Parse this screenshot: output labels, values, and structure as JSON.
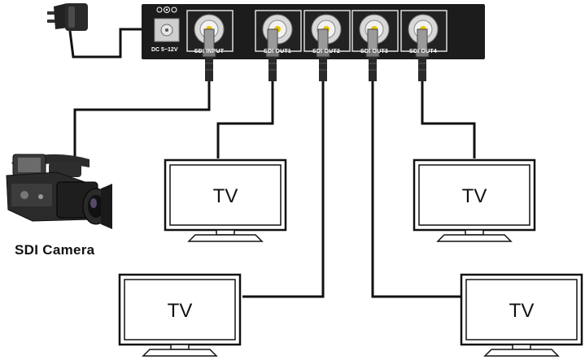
{
  "device": {
    "dc_label": "DC 5~12V",
    "ports": [
      {
        "id": "input",
        "label": "SDI INPUT"
      },
      {
        "id": "out1",
        "label": "SDI OUT1"
      },
      {
        "id": "out2",
        "label": "SDI OUT2"
      },
      {
        "id": "out3",
        "label": "SDI OUT3"
      },
      {
        "id": "out4",
        "label": "SDI OUT4"
      }
    ]
  },
  "camera": {
    "label": "SDI Camera"
  },
  "monitors": [
    {
      "id": "tv-1",
      "label": "TV"
    },
    {
      "id": "tv-2",
      "label": "TV"
    },
    {
      "id": "tv-3",
      "label": "TV"
    },
    {
      "id": "tv-4",
      "label": "TV"
    }
  ],
  "colors": {
    "device_body": "#1c1c1c",
    "cable": "#111111",
    "connector_gold": "#e8c400",
    "screen_frame": "#111111"
  }
}
